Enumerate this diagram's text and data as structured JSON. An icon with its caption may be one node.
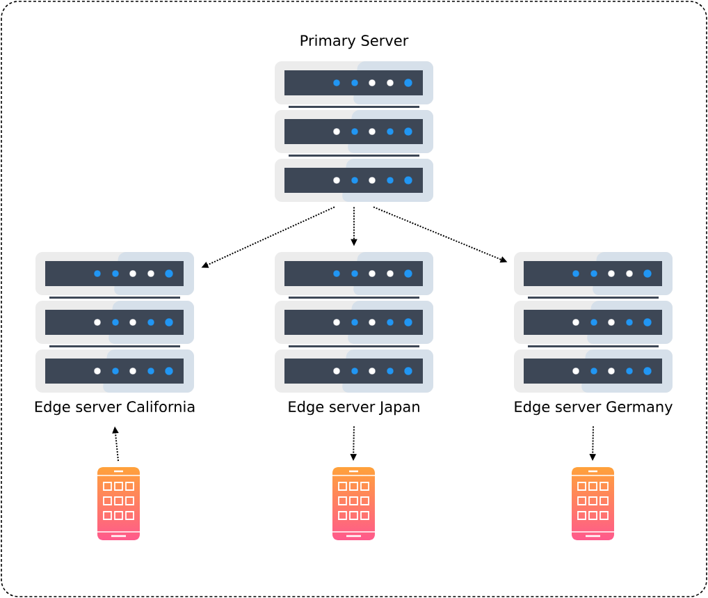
{
  "diagram": {
    "nodes": [
      {
        "text": [
          "Primary Server"
        ]
      },
      {
        "text": [
          "Edge server California"
        ]
      },
      {
        "text": [
          "Edge server Japan"
        ]
      },
      {
        "text": [
          "Edge server Germany"
        ]
      },
      {
        "text": [],
        "shape": "picture"
      },
      {
        "text": [],
        "shape": "picture"
      },
      {
        "text": [],
        "shape": "picture"
      }
    ],
    "edges": [
      {
        "from": 0,
        "to": 1,
        "arrow": "to"
      },
      {
        "from": 0,
        "to": 2,
        "arrow": "to"
      },
      {
        "from": 0,
        "to": 3,
        "arrow": "to"
      },
      {
        "from": 4,
        "to": 1,
        "arrow": "to"
      },
      {
        "from": 2,
        "to": 5,
        "arrow": "to"
      },
      {
        "from": 3,
        "to": 6,
        "arrow": "to"
      }
    ]
  }
}
